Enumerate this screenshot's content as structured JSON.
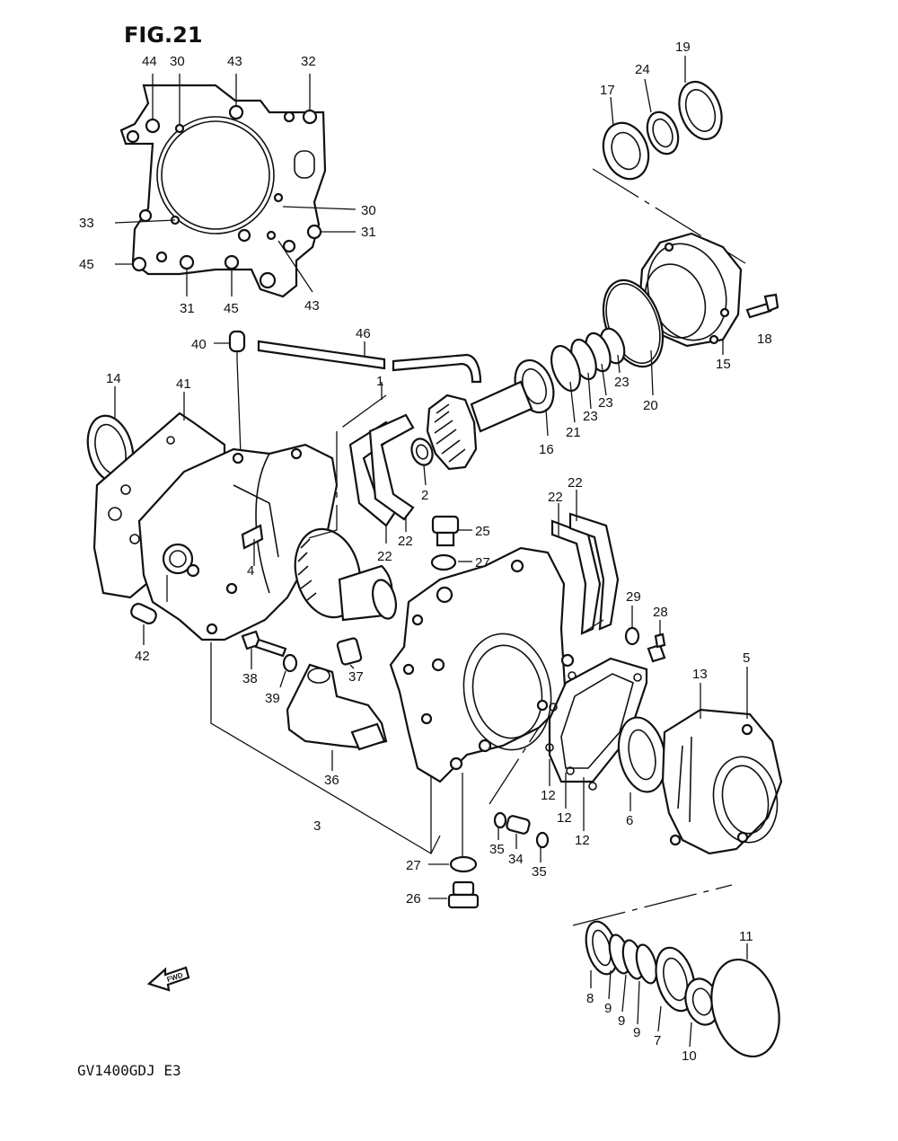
{
  "figure_title": "FIG.21",
  "model_code": "GV1400GDJ E3",
  "fwd_label": "FWD",
  "callouts": {
    "c1": "1",
    "c2": "2",
    "c3": "3",
    "c4": "4",
    "c5": "5",
    "c6": "6",
    "c7": "7",
    "c8": "8",
    "c9a": "9",
    "c9b": "9",
    "c9c": "9",
    "c10": "10",
    "c11": "11",
    "c12a": "12",
    "c12b": "12",
    "c12c": "12",
    "c13": "13",
    "c14": "14",
    "c15": "15",
    "c16": "16",
    "c17": "17",
    "c18": "18",
    "c19": "19",
    "c20": "20",
    "c21": "21",
    "c22a": "22",
    "c22b": "22",
    "c22c": "22",
    "c22d": "22",
    "c23a": "23",
    "c23b": "23",
    "c23c": "23",
    "c24": "24",
    "c25": "25",
    "c26": "26",
    "c27a": "27",
    "c27b": "27",
    "c28": "28",
    "c29": "29",
    "c30a": "30",
    "c30b": "30",
    "c31a": "31",
    "c31b": "31",
    "c32": "32",
    "c33": "33",
    "c34": "34",
    "c35a": "35",
    "c35b": "35",
    "c36": "36",
    "c37": "37",
    "c38": "38",
    "c39": "39",
    "c40": "40",
    "c41": "41",
    "c42": "42",
    "c43a": "43",
    "c43b": "43",
    "c44": "44",
    "c45a": "45",
    "c45b": "45",
    "c46": "46"
  }
}
